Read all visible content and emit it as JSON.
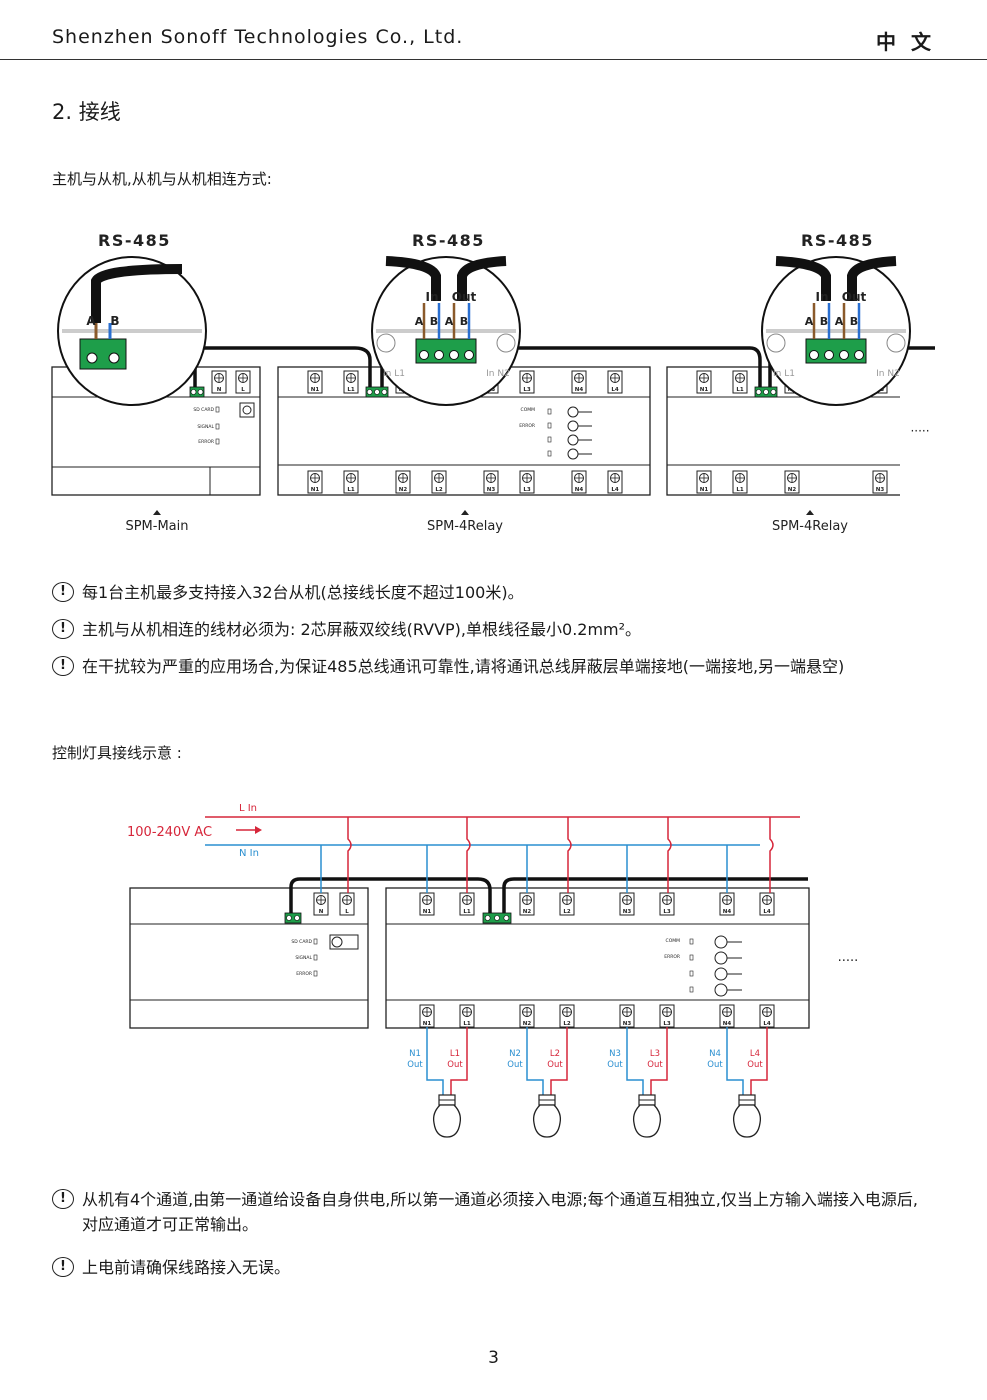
{
  "header": {
    "company": "Shenzhen Sonoff Technologies Co., Ltd.",
    "language": "中 文"
  },
  "section_title": "2. 接线",
  "subtitle1": "主机与从机,从机与从机相连方式:",
  "diagram1": {
    "rs485": "RS-485",
    "in": "In",
    "out": "Out",
    "a": "A",
    "b": "B",
    "main_label": "SPM-Main",
    "relay_label": "SPM-4Relay",
    "ellipsis": "·····",
    "sd": "SD CARD",
    "signal": "SIGNAL",
    "error": "ERROR",
    "comm": "COMM",
    "term_top_main": [
      "N",
      "L"
    ],
    "term_top_relay": [
      "N1",
      "L1",
      "N2",
      "L2",
      "N3",
      "L3",
      "N4",
      "L4"
    ],
    "zoom_in_l1": "In L1",
    "zoom_in_n2": "In N2"
  },
  "notes1": [
    "每1台主机最多支持接入32台从机(总接线长度不超过100米)。",
    "主机与从机相连的线材必须为: 2芯屏蔽双绞线(RVVP),单根线径最小0.2mm²。",
    "在干扰较为严重的应用场合,为保证485总线通讯可靠性,请将通讯总线屏蔽层单端接地(一端接地,另一端悬空)"
  ],
  "subtitle2": "控制灯具接线示意 :",
  "diagram2": {
    "l_in": "L In",
    "n_in": "N In",
    "voltage": "100-240V AC",
    "outputs": [
      {
        "n": "N1",
        "l": "L1"
      },
      {
        "n": "N2",
        "l": "L2"
      },
      {
        "n": "N3",
        "l": "L3"
      },
      {
        "n": "N4",
        "l": "L4"
      }
    ],
    "out": "Out",
    "ellipsis": "·····",
    "colors": {
      "live": "#d6263a",
      "neutral": "#2a8fd0",
      "bus": "#111111",
      "terminal_green": "#1e9e4a"
    }
  },
  "notes2": [
    "从机有4个通道,由第一通道给设备自身供电,所以第一通道必须接入电源;每个通道互相独立,仅当上方输入端接入电源后,对应通道才可正常输出。",
    "上电前请确保线路接入无误。"
  ],
  "page_number": "3"
}
